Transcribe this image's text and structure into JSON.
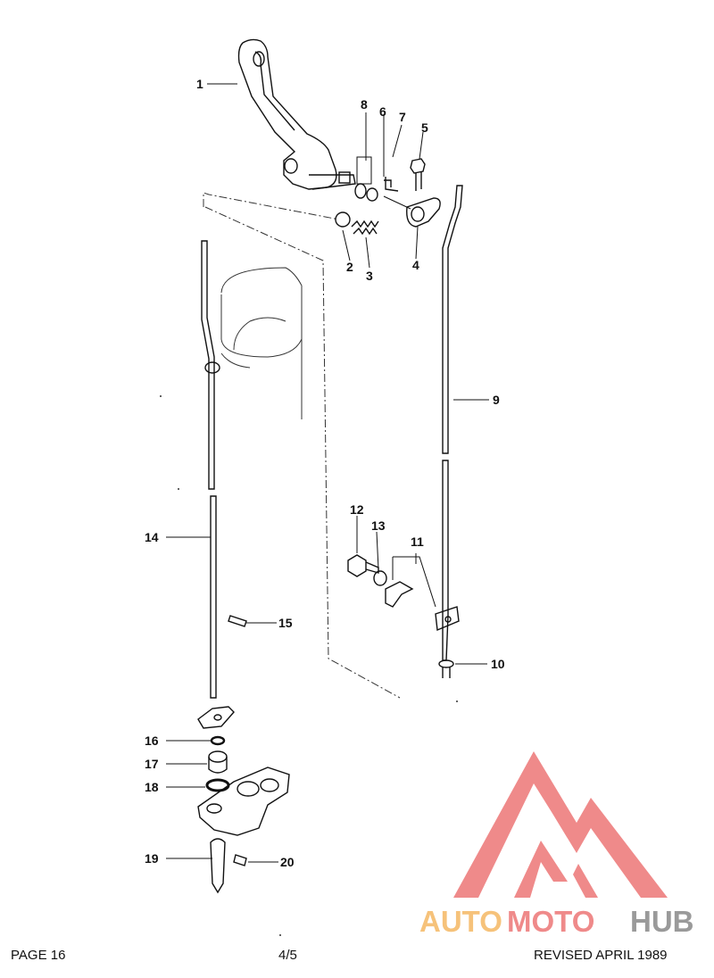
{
  "callouts": {
    "c1": "1",
    "c2": "2",
    "c3": "3",
    "c4": "4",
    "c5": "5",
    "c6": "6",
    "c7": "7",
    "c8": "8",
    "c9": "9",
    "c10": "10",
    "c11": "11",
    "c12": "12",
    "c13": "13",
    "c14": "14",
    "c15": "15",
    "c16": "16",
    "c17": "17",
    "c18": "18",
    "c19": "19",
    "c20": "20"
  },
  "footer": {
    "page": "PAGE 16",
    "center": "4/5",
    "revised": "REVISED APRIL 1989"
  },
  "watermark": {
    "word1": "AUTO",
    "word2": "MOTO",
    "word3": "HUB",
    "colors": {
      "red": "#ef8a8a",
      "orange": "#f6c27a",
      "gray": "#9a9a9a"
    }
  }
}
